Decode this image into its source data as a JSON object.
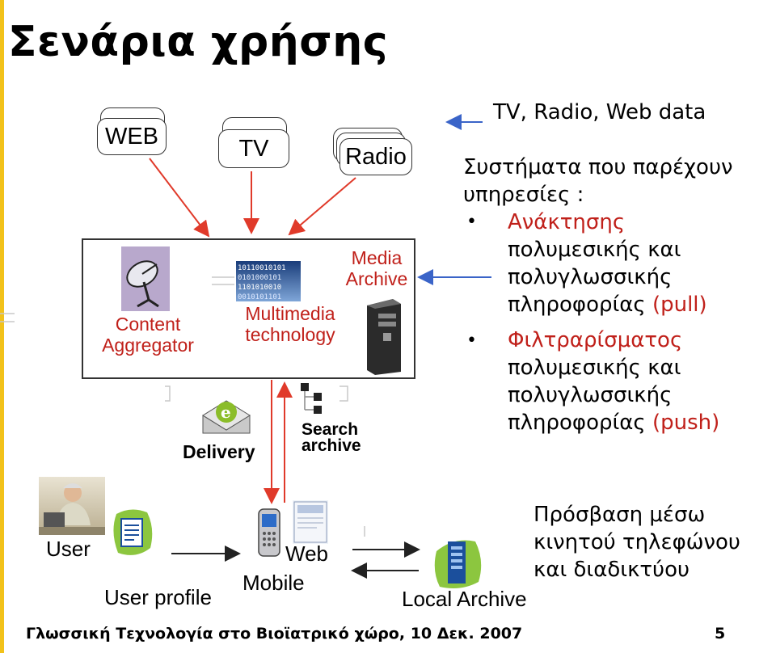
{
  "slide": {
    "title": "Σενάρια χρήσης",
    "footer": "Γλωσσική Τεχνολογία στο Βιοϊατρικό χώρο, 10 Δεκ. 2007",
    "page_number": "5"
  },
  "sources": {
    "web": "WEB",
    "tv": "TV",
    "radio": "Radio"
  },
  "media_box": {
    "content_aggregator": [
      "Content",
      "Aggregator"
    ],
    "multimedia_technology": [
      "Multimedia",
      "technology"
    ],
    "media_archive": [
      "Media",
      "Archive"
    ]
  },
  "lower_left": {
    "delivery": "Delivery",
    "search_archive": [
      "Search",
      "archive"
    ]
  },
  "right_text": {
    "data_label": "TV, Radio, Web data",
    "intro": [
      "Συστήματα που παρέχουν",
      "υπηρεσίες :"
    ],
    "bullet1_red": "Ανάκτησης",
    "bullet1_rest": [
      "πολυμεσικής και",
      "πολυγλωσσικής",
      "πληροφορίας "
    ],
    "bullet1_tag": "(pull)",
    "bullet2_red": "Φιλτραρίσματος",
    "bullet2_rest": [
      "πολυμεσικής και",
      "πολυγλωσσικής",
      "πληροφορίας "
    ],
    "bullet2_tag": "(push)"
  },
  "bottom": {
    "user": "User",
    "user_profile": "User profile",
    "web": "Web",
    "mobile": "Mobile",
    "local_archive": "Local Archive",
    "access_text": [
      "Πρόσβαση μέσω",
      "κινητού τηλεφώνου",
      "και διαδικτύου"
    ]
  },
  "colors": {
    "accent_red": "#c0201a",
    "arrow_blue": "#3a64c8",
    "left_bar": "#f2c21a"
  },
  "icons": [
    "satellite-dish-icon",
    "binary-data-icon",
    "computer-tower-icon",
    "email-icon",
    "folder-tree-icon",
    "user-photo-icon",
    "document-icon",
    "mobile-phone-icon",
    "web-page-icon",
    "server-icon"
  ]
}
